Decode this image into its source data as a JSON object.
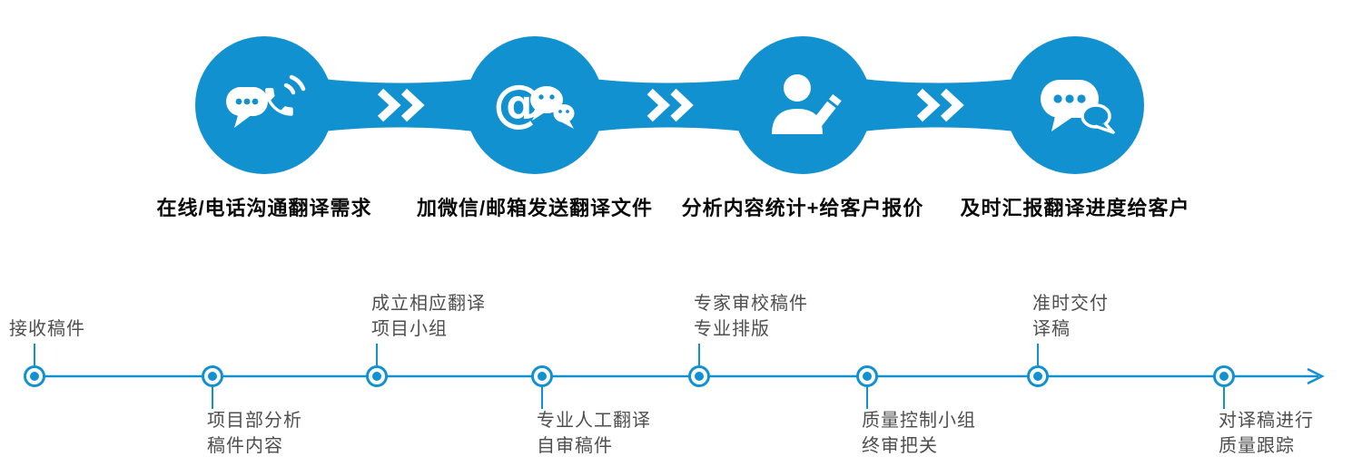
{
  "accent_color": "#1291d0",
  "top_flow": {
    "steps": [
      {
        "icon": "chat-phone-icon",
        "label": "在线/电话沟通翻译需求"
      },
      {
        "icon": "email-wechat-icon",
        "label": "加微信/邮箱发送翻译文件"
      },
      {
        "icon": "analyst-pencil-icon",
        "label": "分析内容统计+给客户报价"
      },
      {
        "icon": "chat-bubbles-icon",
        "label": "及时汇报翻译进度给客户"
      }
    ]
  },
  "timeline": {
    "milestones": [
      {
        "position": "above",
        "lines": [
          "接收稿件"
        ]
      },
      {
        "position": "below",
        "lines": [
          "项目部分析",
          "稿件内容"
        ]
      },
      {
        "position": "above",
        "lines": [
          "成立相应翻译",
          "项目小组"
        ]
      },
      {
        "position": "below",
        "lines": [
          "专业人工翻译",
          "自审稿件"
        ]
      },
      {
        "position": "above",
        "lines": [
          "专家审校稿件",
          "专业排版"
        ]
      },
      {
        "position": "below",
        "lines": [
          "质量控制小组",
          "终审把关"
        ]
      },
      {
        "position": "above",
        "lines": [
          "准时交付",
          "译稿"
        ]
      },
      {
        "position": "below",
        "lines": [
          "对译稿进行",
          "质量跟踪"
        ]
      }
    ]
  }
}
